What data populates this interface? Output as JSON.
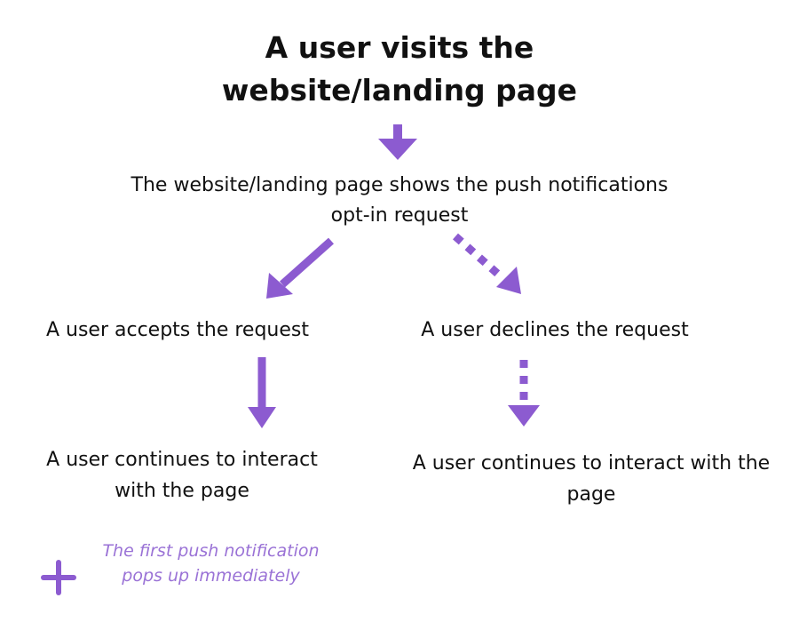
{
  "title": {
    "line1": "A user visits the",
    "line2": "website/landing page"
  },
  "step2": {
    "line1": "The website/landing page shows the push notifications",
    "line2": "opt-in request"
  },
  "branches": {
    "accept": "A user accepts the request",
    "decline": "A user declines the request"
  },
  "outcomes": {
    "left": {
      "line1": "A user continues to interact",
      "line2": "with the page"
    },
    "right": {
      "line1": "A user continues to interact with the",
      "line2": "page"
    }
  },
  "note": {
    "line1": "The first push notification",
    "line2": "pops up immediately",
    "icon": "plus-icon"
  },
  "colors": {
    "accent": "#8c5bd0",
    "note_text": "#9a72d6",
    "text": "#111111"
  }
}
